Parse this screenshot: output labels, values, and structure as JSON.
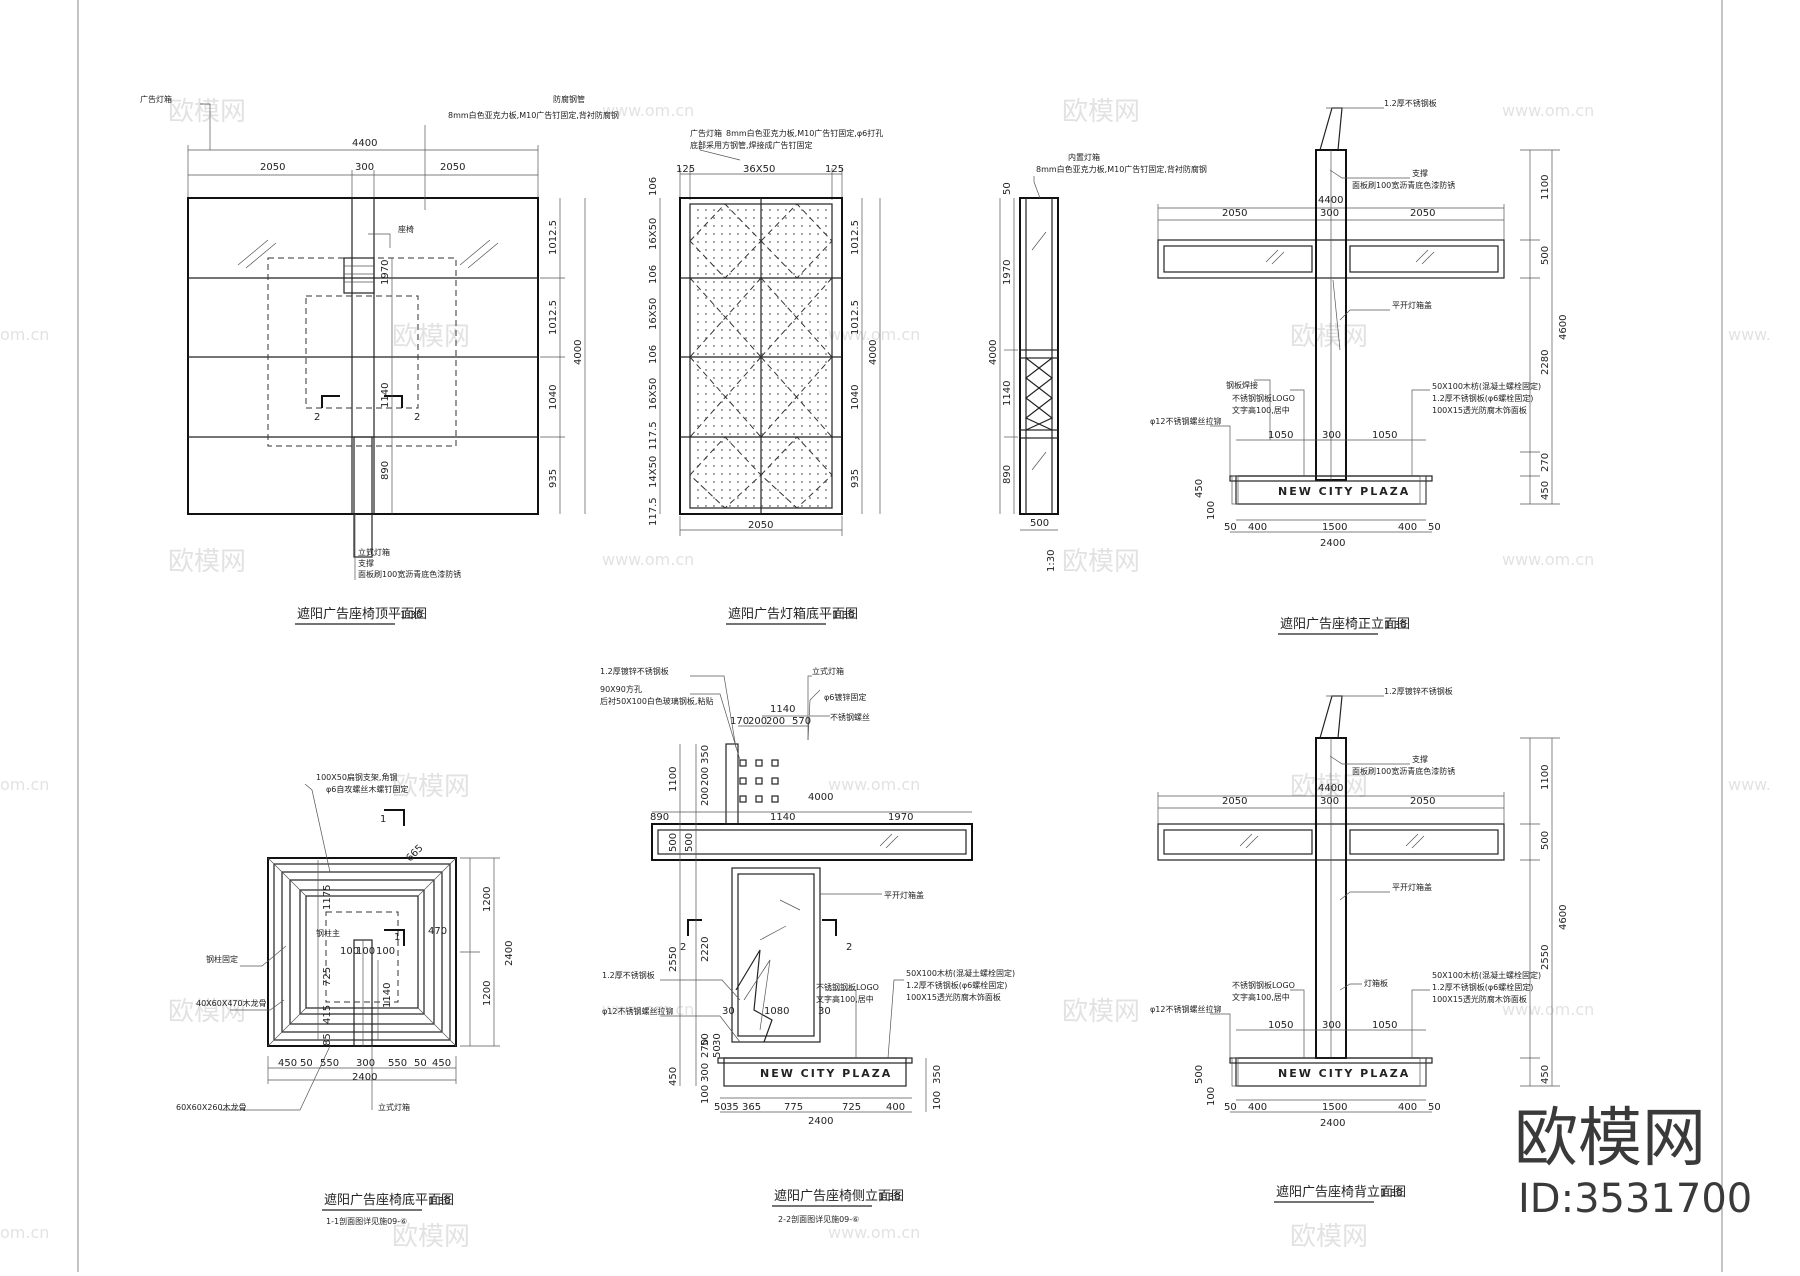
{
  "views": {
    "v1": {
      "title": "遮阳广告座椅顶平面图",
      "scale": "1:30",
      "dims": [
        "4400",
        "2050",
        "300",
        "2050",
        "1012.5",
        "1012.5",
        "1040",
        "935",
        "4000",
        "1970",
        "1140",
        "890"
      ],
      "notes": [
        "广告灯箱",
        "防腐钢管",
        "8mm白色亚克力板,M10广告钉固定,背衬防腐钢",
        "座椅",
        "立式灯箱",
        "支撑",
        "面板刷100宽沥青底色漆防锈"
      ],
      "marks": [
        "2",
        "2"
      ]
    },
    "v2": {
      "title": "遮阳广告灯箱底平面图",
      "scale": "1:30",
      "dims": [
        "125",
        "36X50",
        "125",
        "106",
        "16X50",
        "106",
        "16X50",
        "106",
        "16X50",
        "117.5",
        "14X50",
        "117.5",
        "1012.5",
        "1012.5",
        "1040",
        "935",
        "4000",
        "2050"
      ],
      "notes": [
        "广告灯箱",
        "8mm白色亚克力板,M10广告钉固定,φ6打孔",
        "底部采用方钢管,焊接成广告钉固定"
      ]
    },
    "v3": {
      "scale": "1:30",
      "dims": [
        "50",
        "1970",
        "4000",
        "1140",
        "890",
        "500"
      ],
      "notes": [
        "内置灯箱",
        "8mm白色亚克力板,M10广告钉固定,背衬防腐钢"
      ]
    },
    "v4": {
      "title": "遮阳广告座椅正立面图",
      "scale": "1:30",
      "dims": [
        "4400",
        "2050",
        "300",
        "2050",
        "1100",
        "500",
        "2280",
        "4600",
        "270",
        "450",
        "1050",
        "300",
        "1050",
        "450",
        "100",
        "50",
        "400",
        "1500",
        "400",
        "50",
        "2400"
      ],
      "notes": [
        "1.2厚不锈钢板",
        "支撑",
        "面板刷100宽沥青底色漆防锈",
        "平开灯箱盖",
        "钢板焊接",
        "不锈钢钢板LOGO",
        "文字高100,居中",
        "φ12不锈钢螺丝拉铆",
        "50X100木枋(混凝土螺栓固定)",
        "1.2厚不锈钢板(φ6螺栓固定)",
        "100X15透光防腐木饰面板"
      ],
      "plaza": "NEW CITY PLAZA"
    },
    "v5": {
      "title": "遮阳广告座椅底平面图",
      "scale": "1:30",
      "sub": "1-1剖面图详见施09-⑥",
      "dims": [
        "1175",
        "100",
        "100",
        "100",
        "725",
        "415",
        "85",
        "1140",
        "1200",
        "1200",
        "2400",
        "450",
        "50",
        "550",
        "300",
        "550",
        "50",
        "450",
        "2400",
        "470",
        "665"
      ],
      "notes": [
        "100X50扁钢支架,角钢",
        "φ6自攻螺丝木螺钉固定",
        "钢柱固定",
        "钢柱主",
        "40X60X470木龙骨",
        "60X60X260木龙骨",
        "立式灯箱"
      ],
      "marks": [
        "1",
        "1"
      ]
    },
    "v6": {
      "title": "遮阳广告座椅侧立面图",
      "scale": "1:30",
      "sub": "2-2剖面图详见施09-⑥",
      "dims": [
        "1140",
        "170",
        "200",
        "200",
        "570",
        "350",
        "200",
        "200",
        "1100",
        "4000",
        "890",
        "1140",
        "1970",
        "500",
        "500",
        "2550",
        "2220",
        "30",
        "1080",
        "30",
        "50",
        "270",
        "30",
        "50",
        "300",
        "100",
        "450",
        "350",
        "100",
        "50",
        "35",
        "365",
        "775",
        "725",
        "400",
        "2400"
      ],
      "notes": [
        "1.2厚镀锌不锈钢板",
        "90X90方孔",
        "后衬50X100白色玻璃钢板,粘贴",
        "立式灯箱",
        "φ6镀锌固定",
        "不锈钢螺丝",
        "平开灯箱盖",
        "1.2厚不锈钢板",
        "φ12不锈钢螺丝拉铆",
        "不锈钢钢板LOGO",
        "文字高100,居中",
        "50X100木枋(混凝土螺栓固定)",
        "1.2厚不锈钢板(φ6螺栓固定)",
        "100X15透光防腐木饰面板"
      ],
      "marks": [
        "2",
        "2"
      ],
      "plaza": "NEW CITY PLAZA"
    },
    "v7": {
      "title": "遮阳广告座椅背立面图",
      "scale": "1:30",
      "dims": [
        "4400",
        "2050",
        "300",
        "2050",
        "1100",
        "500",
        "2550",
        "4600",
        "450",
        "1050",
        "300",
        "1050",
        "500",
        "100",
        "50",
        "400",
        "1500",
        "400",
        "50",
        "2400"
      ],
      "notes": [
        "1.2厚镀锌不锈钢板",
        "支撑",
        "面板刷100宽沥青底色漆防锈",
        "平开灯箱盖",
        "灯箱板",
        "不锈钢钢板LOGO",
        "文字高100,居中",
        "φ12不锈钢螺丝拉铆",
        "50X100木枋(混凝土螺栓固定)",
        "1.2厚不锈钢板(φ6螺栓固定)",
        "100X15透光防腐木饰面板"
      ],
      "plaza": "NEW CITY PLAZA"
    }
  },
  "watermark": {
    "cn": "欧模网",
    "url": "www.om.cn",
    "url_cut": "om.cn",
    "url_start": "www."
  },
  "brand": {
    "name": "欧模网",
    "id": "ID:3531700"
  }
}
